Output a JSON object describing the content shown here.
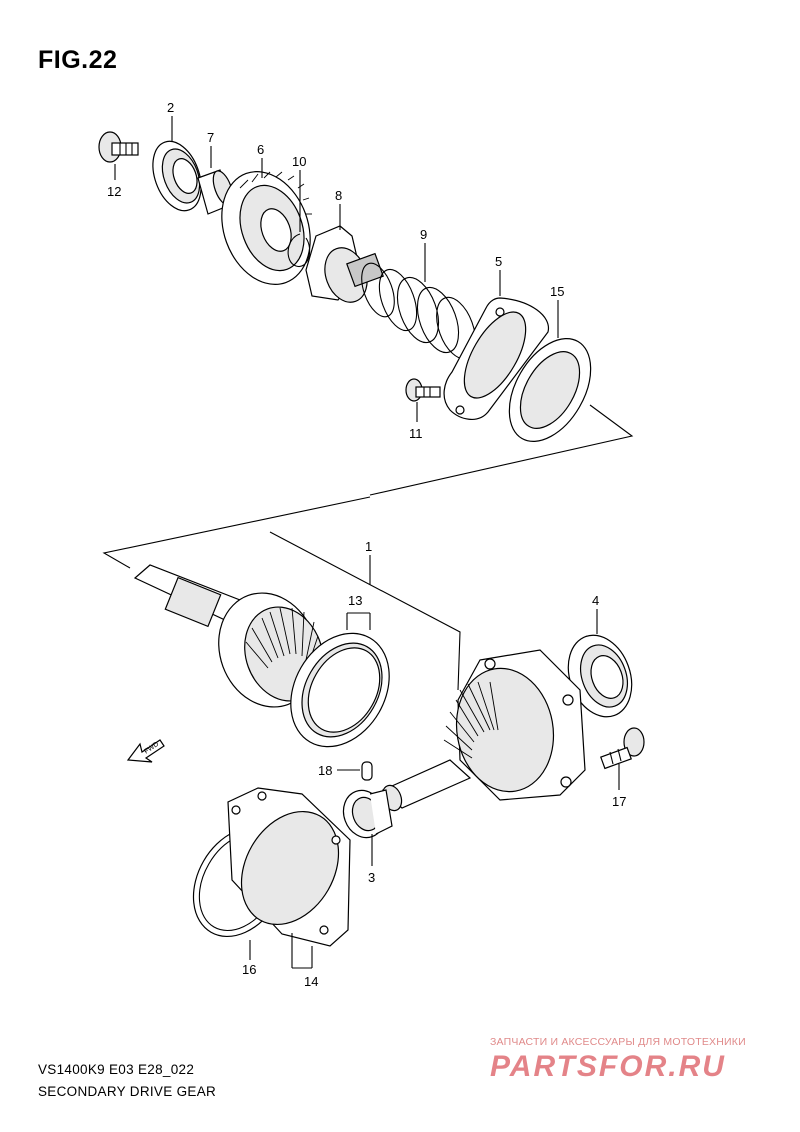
{
  "figure": {
    "title": "FIG.22"
  },
  "callouts": [
    {
      "id": "c2",
      "text": "2"
    },
    {
      "id": "c7",
      "text": "7"
    },
    {
      "id": "c6",
      "text": "6"
    },
    {
      "id": "c10",
      "text": "10"
    },
    {
      "id": "c12",
      "text": "12"
    },
    {
      "id": "c8",
      "text": "8"
    },
    {
      "id": "c9",
      "text": "9"
    },
    {
      "id": "c5",
      "text": "5"
    },
    {
      "id": "c15",
      "text": "15"
    },
    {
      "id": "c11",
      "text": "11"
    },
    {
      "id": "c1",
      "text": "1"
    },
    {
      "id": "c13",
      "text": "13"
    },
    {
      "id": "c4",
      "text": "4"
    },
    {
      "id": "c18",
      "text": "18"
    },
    {
      "id": "c17",
      "text": "17"
    },
    {
      "id": "c3",
      "text": "3"
    },
    {
      "id": "c16",
      "text": "16"
    },
    {
      "id": "c14",
      "text": "14"
    }
  ],
  "fwd_label": "FWD",
  "footer": {
    "code": "VS1400K9 E03 E28_022",
    "name": "SECONDARY DRIVE GEAR"
  },
  "watermark": {
    "caption": "ЗАПЧАСТИ И АКСЕССУАРЫ ДЛЯ МОТОТЕХНИКИ",
    "logo": "PARTSFOR.RU"
  }
}
